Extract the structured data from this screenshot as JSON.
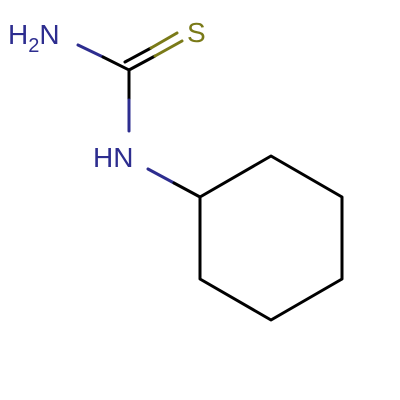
{
  "molecule": {
    "colors": {
      "bond": "#000000",
      "nitrogen": "#2d2d8f",
      "sulfur": "#7a7a18"
    },
    "atoms": {
      "amine": {
        "element": "H",
        "subscript": "2",
        "suffix": "N"
      },
      "sulfur": {
        "element": "S"
      },
      "imine": {
        "element": "HN"
      }
    }
  }
}
